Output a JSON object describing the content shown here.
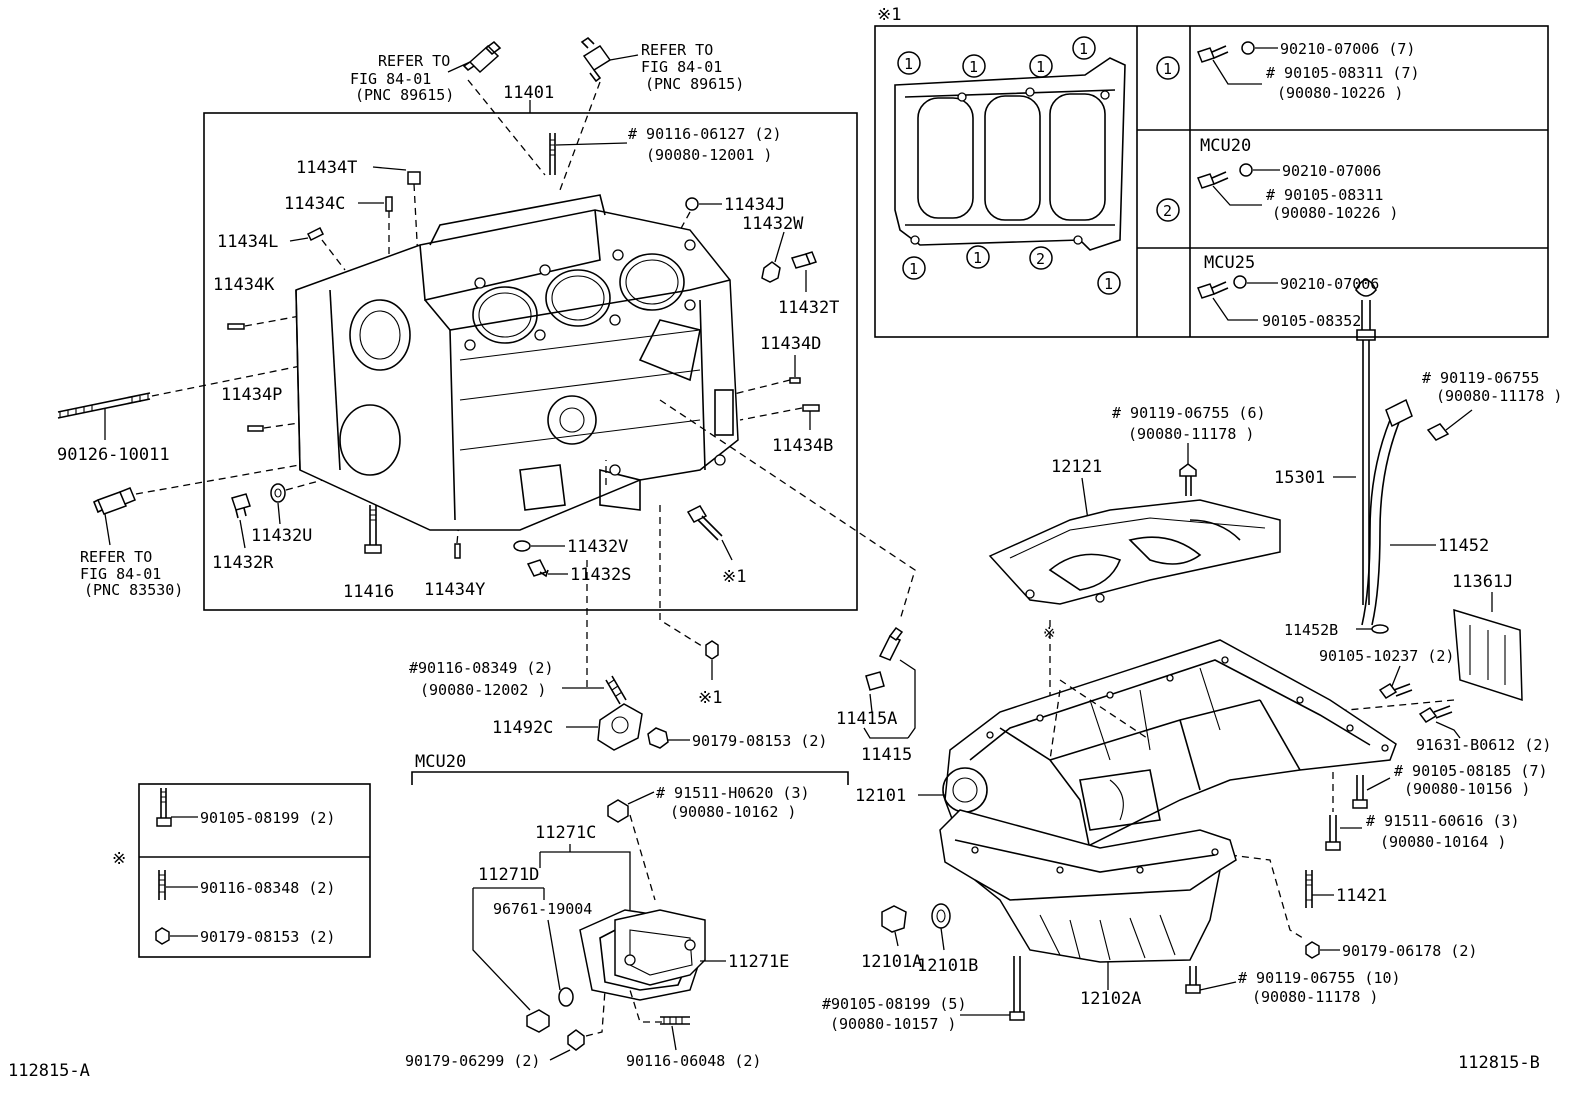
{
  "figure": {
    "left_id": "112815-A",
    "right_id": "112815-B"
  },
  "block_group": {
    "assembly": "11401",
    "refer_top_left": [
      "REFER TO",
      "FIG 84-01",
      "(PNC 89615)"
    ],
    "refer_top_right": [
      "REFER TO",
      "FIG 84-01",
      "(PNC 89615)"
    ],
    "refer_left": [
      "REFER TO",
      "FIG 84-01",
      "(PNC 83530)"
    ],
    "labels": {
      "p90116_06127": "# 90116-06127 (2)",
      "p90080_12001": "(90080-12001 )",
      "p11434T": "11434T",
      "p11434C": "11434C",
      "p11434L": "11434L",
      "p11434K": "11434K",
      "p11434J": "11434J",
      "p11432W": "11432W",
      "p11432T": "11432T",
      "p11434D": "11434D",
      "p11434P": "11434P",
      "p11434B": "11434B",
      "p90126_10011": "90126-10011",
      "p11432U": "11432U",
      "p11432R": "11432R",
      "p11416": "11416",
      "p11434Y": "11434Y",
      "p11432V": "11432V",
      "p11432S": "11432S",
      "mark1_a": "※1"
    }
  },
  "bolt_table": {
    "header": "※1",
    "rows": [
      {
        "key": "1",
        "variant": "",
        "parts": [
          "90210-07006 (7)",
          "# 90105-08311 (7)",
          "(90080-10226 )"
        ]
      },
      {
        "key": "2",
        "variant": "MCU20",
        "parts": [
          "90210-07006",
          "# 90105-08311",
          "(90080-10226 )"
        ]
      },
      {
        "key": "",
        "variant": "MCU25",
        "parts": [
          "90210-07006",
          "90105-08352"
        ]
      }
    ],
    "position_markers": [
      "1",
      "1",
      "1",
      "1",
      "1",
      "1",
      "2",
      "1"
    ]
  },
  "middle": {
    "p90116_08349": "#90116-08349 (2)",
    "p90080_12002": "(90080-12002 )",
    "p11492C": "11492C",
    "p90179_08153_mid": "90179-08153 (2)",
    "mark1_b": "※1",
    "p11415A": "11415A",
    "p11415": "11415"
  },
  "pan_group": {
    "p90119_06755_6": "# 90119-06755 (6)",
    "p90080_11178_a": "(90080-11178 )",
    "p12121": "12121",
    "p15301": "15301",
    "p90119_06755_top": "# 90119-06755",
    "p90080_11178_b": "(90080-11178 )",
    "p11452": "11452",
    "p11452B": "11452B",
    "p11361J": "11361J",
    "p90105_10237": "90105-10237 (2)",
    "p91631_B0612": "91631-B0612 (2)",
    "p90105_08185": "# 90105-08185 (7)",
    "p90080_10156": "(90080-10156 )",
    "p91511_60616": "# 91511-60616 (3)",
    "p90080_10164": "(90080-10164 )",
    "p12101": "12101",
    "p11421": "11421",
    "p90179_06178": "90179-06178 (2)",
    "p90119_06755_10": "# 90119-06755 (10)",
    "p90080_11178_c": "(90080-11178 )",
    "p12101A": "12101A",
    "p12101B": "12101B",
    "p12102A": "12102A",
    "p90105_08199_5": "#90105-08199 (5)",
    "p90080_10157": "(90080-10157 )",
    "mark_x": "※"
  },
  "mcu20_group": {
    "title": "MCU20",
    "p91511_H0620": "# 91511-H0620 (3)",
    "p90080_10162": "(90080-10162 )",
    "p11271C": "11271C",
    "p11271D": "11271D",
    "p96761_19004": "96761-19004",
    "p11271E": "11271E",
    "p90179_06299": "90179-06299 (2)",
    "p90116_06048": "90116-06048 (2)"
  },
  "legend_box": {
    "mark": "※",
    "items": [
      "90105-08199 (2)",
      "90116-08348 (2)",
      "90179-08153 (2)"
    ]
  }
}
